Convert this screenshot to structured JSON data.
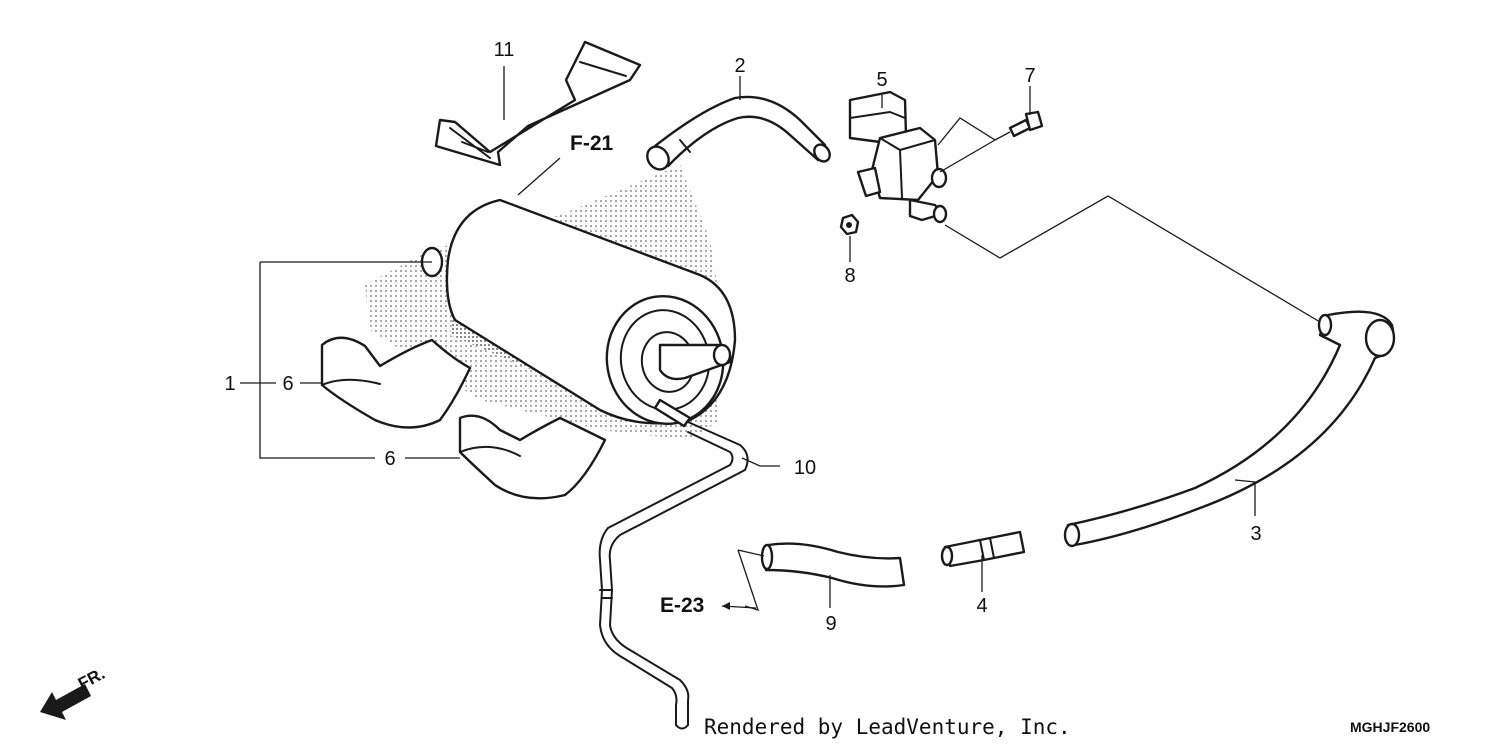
{
  "diagram": {
    "callouts": {
      "c1": "1",
      "c2": "2",
      "c3": "3",
      "c4": "4",
      "c5": "5",
      "c6a": "6",
      "c6b": "6",
      "c7": "7",
      "c8": "8",
      "c9": "9",
      "c10": "10",
      "c11": "11"
    },
    "references": {
      "f21": "F-21",
      "e23": "E-23"
    },
    "direction_label": "FR.",
    "footer": "Rendered by LeadVenture, Inc.",
    "diagram_code": "MGHJF2600",
    "colors": {
      "line": "#1a1a1a",
      "stipple": "#8a8a8a",
      "background": "#ffffff"
    }
  }
}
